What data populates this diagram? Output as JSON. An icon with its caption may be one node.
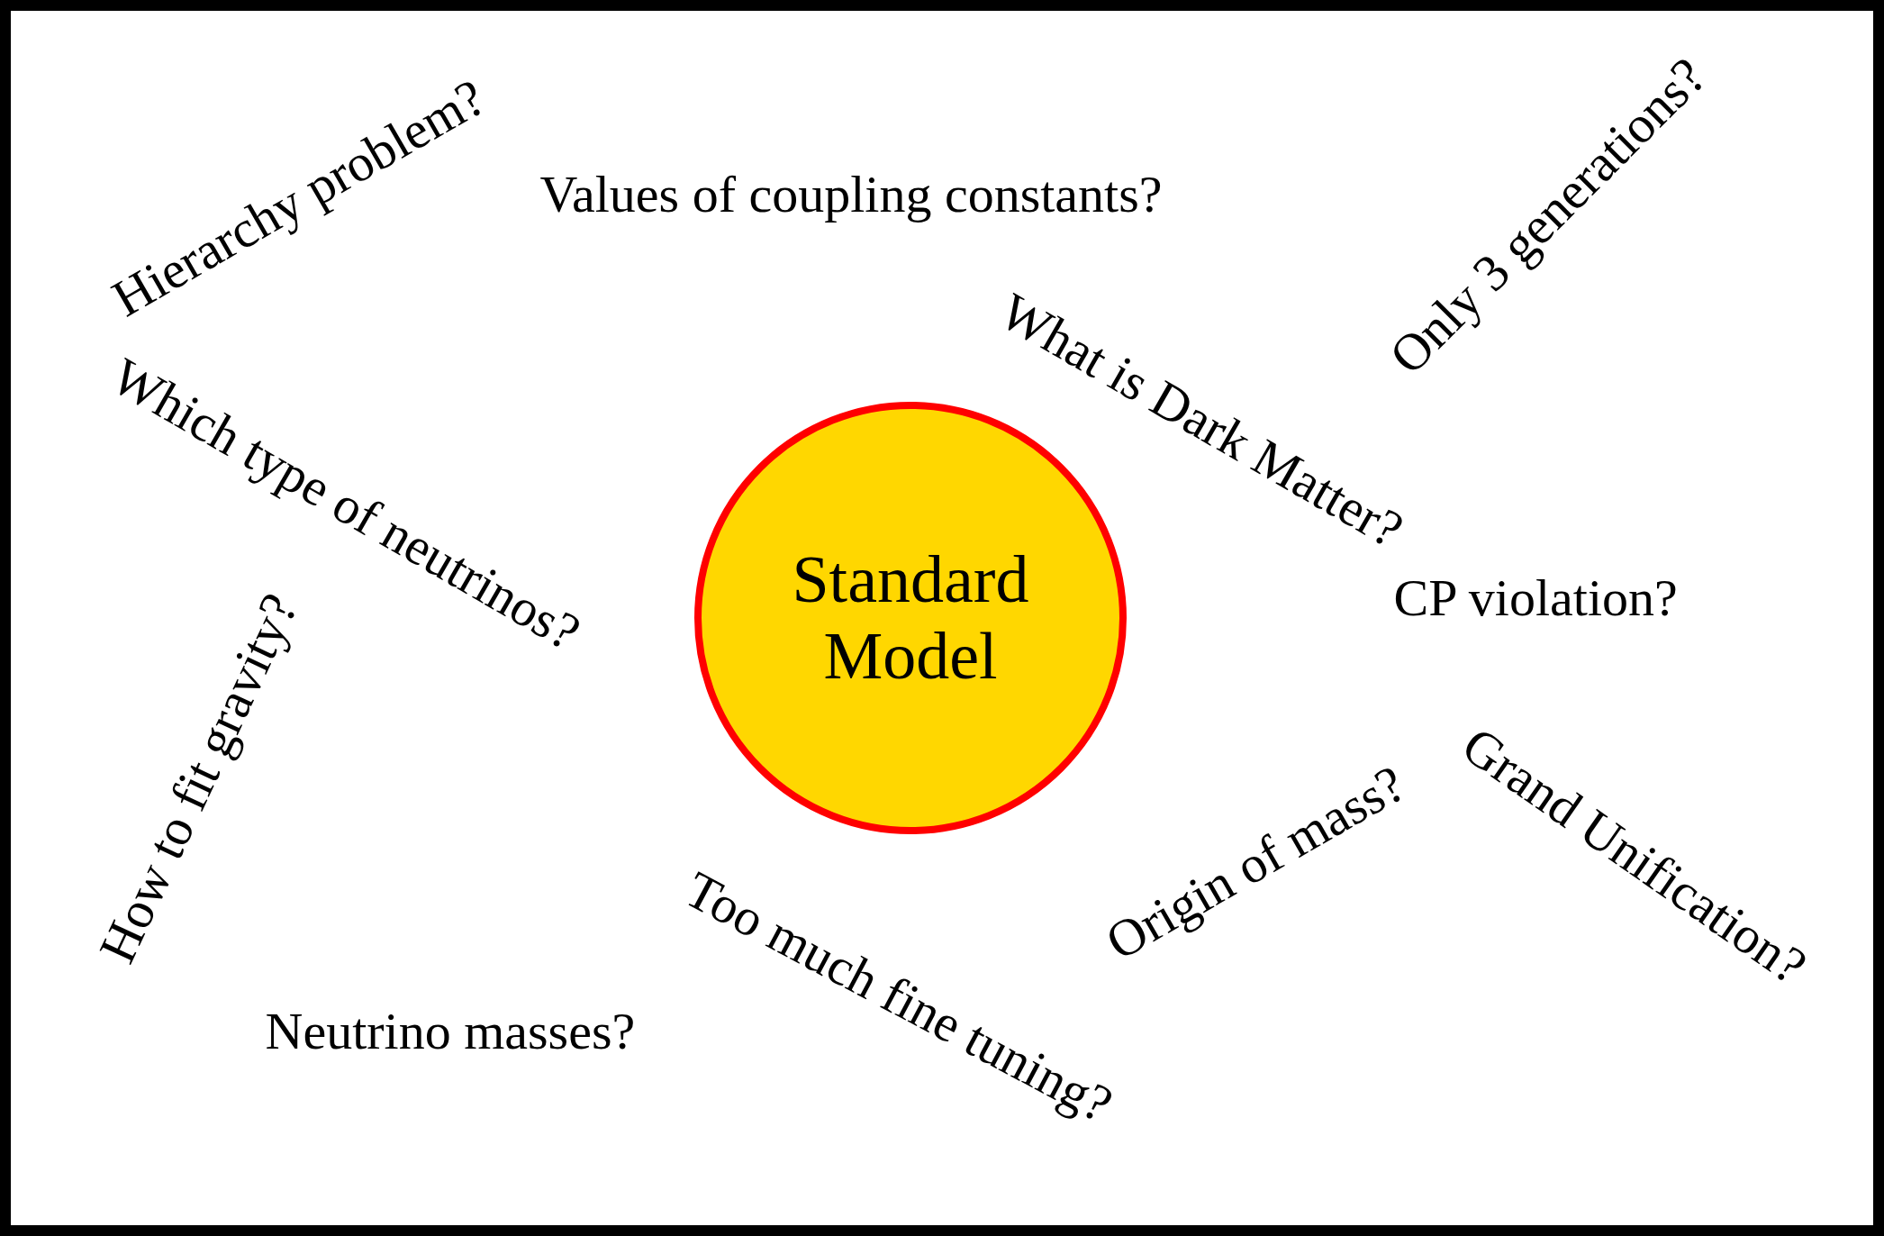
{
  "diagram": {
    "nodes": [
      {
        "text": [
          "Standard Model"
        ]
      }
    ],
    "edges": [],
    "labels": [
      "Hierarchy problem?",
      "Values of coupling constants?",
      "Only 3 generations?",
      "What is Dark Matter?",
      "Which type of neutrinos?",
      "CP violation?",
      "How to fit gravity?",
      "Origin of mass?",
      "Grand Unification?",
      "Too much fine tuning?",
      "Neutrino masses?"
    ]
  }
}
